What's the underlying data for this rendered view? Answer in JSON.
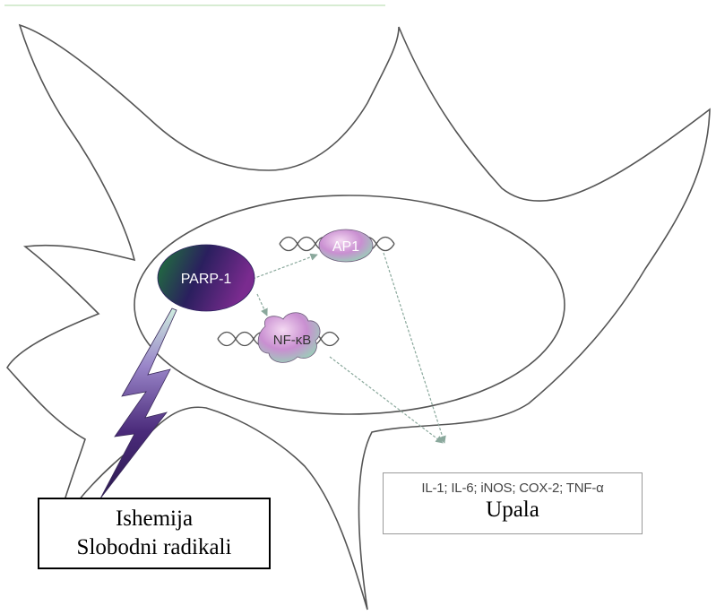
{
  "diagram": {
    "nodes": {
      "parp1": "PARP-1",
      "ap1": "AP1",
      "nfkb": "NF-κB"
    },
    "trigger_box": {
      "line1": "Ishemija",
      "line2": "Slobodni radikali"
    },
    "outcome_box": {
      "mediators": "IL-1; IL-6; iNOS; COX-2; TNF-α",
      "label": "Upala"
    },
    "colors": {
      "parp1_gradient": [
        "#1f7a3a",
        "#2a1f5e",
        "#7a2b8f"
      ],
      "factor_gradient": [
        "#f4d9f2",
        "#c98fd1",
        "#9ad0b8"
      ],
      "arrow": "#8aa89c",
      "outline": "#555555"
    }
  }
}
